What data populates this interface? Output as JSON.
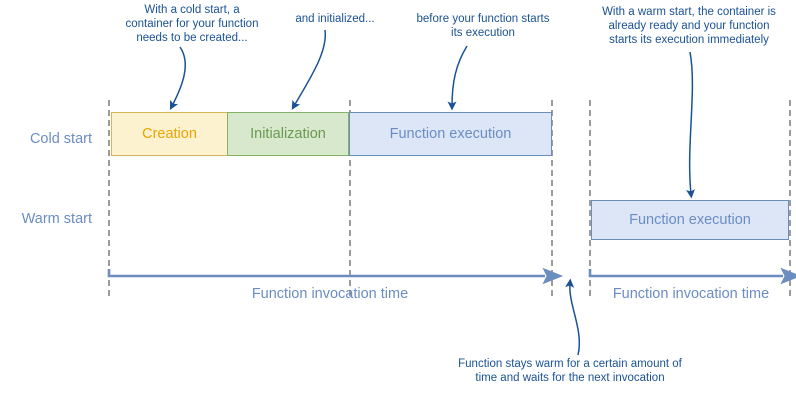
{
  "diagram": {
    "title_semantic": "aws-lambda-cold-start-vs-warm-start-timeline",
    "colors": {
      "annotation_text": "#1a5293",
      "row_label": "#6b8dc4",
      "axis": "#6c8ebf",
      "dashed_guide": "#9c9c9c",
      "creation_fill": "#fdf2cf",
      "creation_stroke": "#d6b656",
      "creation_text": "#e8a400",
      "initialization_fill": "#d7e8cd",
      "initialization_stroke": "#82b366",
      "initialization_text": "#6a9a50",
      "execution_fill": "#dce6f7",
      "execution_stroke": "#6c8ebf",
      "execution_text": "#6b8dc4"
    },
    "rows": [
      {
        "label": "Cold start"
      },
      {
        "label": "Warm start"
      }
    ],
    "cold_start_phases": [
      {
        "label": "Creation"
      },
      {
        "label": "Initialization"
      },
      {
        "label": "Function execution"
      }
    ],
    "warm_start_phases": [
      {
        "label": "Function execution"
      }
    ],
    "axis_labels": [
      {
        "label": "Function invocation time"
      },
      {
        "label": "Function invocation time"
      }
    ],
    "annotations": [
      {
        "name": "creation-note",
        "text": "With a cold start, a\ncontainer for your function\nneeds to be created..."
      },
      {
        "name": "initialization-note",
        "text": "and initialized..."
      },
      {
        "name": "execution-note",
        "text": "before your function starts\nits execution"
      },
      {
        "name": "warm-start-note",
        "text": "With a warm start, the container is\nalready ready and your function\nstarts its execution immediately"
      },
      {
        "name": "stays-warm-note",
        "text": "Function stays warm for a certain amount of\ntime and waits for the next invocation"
      }
    ]
  }
}
